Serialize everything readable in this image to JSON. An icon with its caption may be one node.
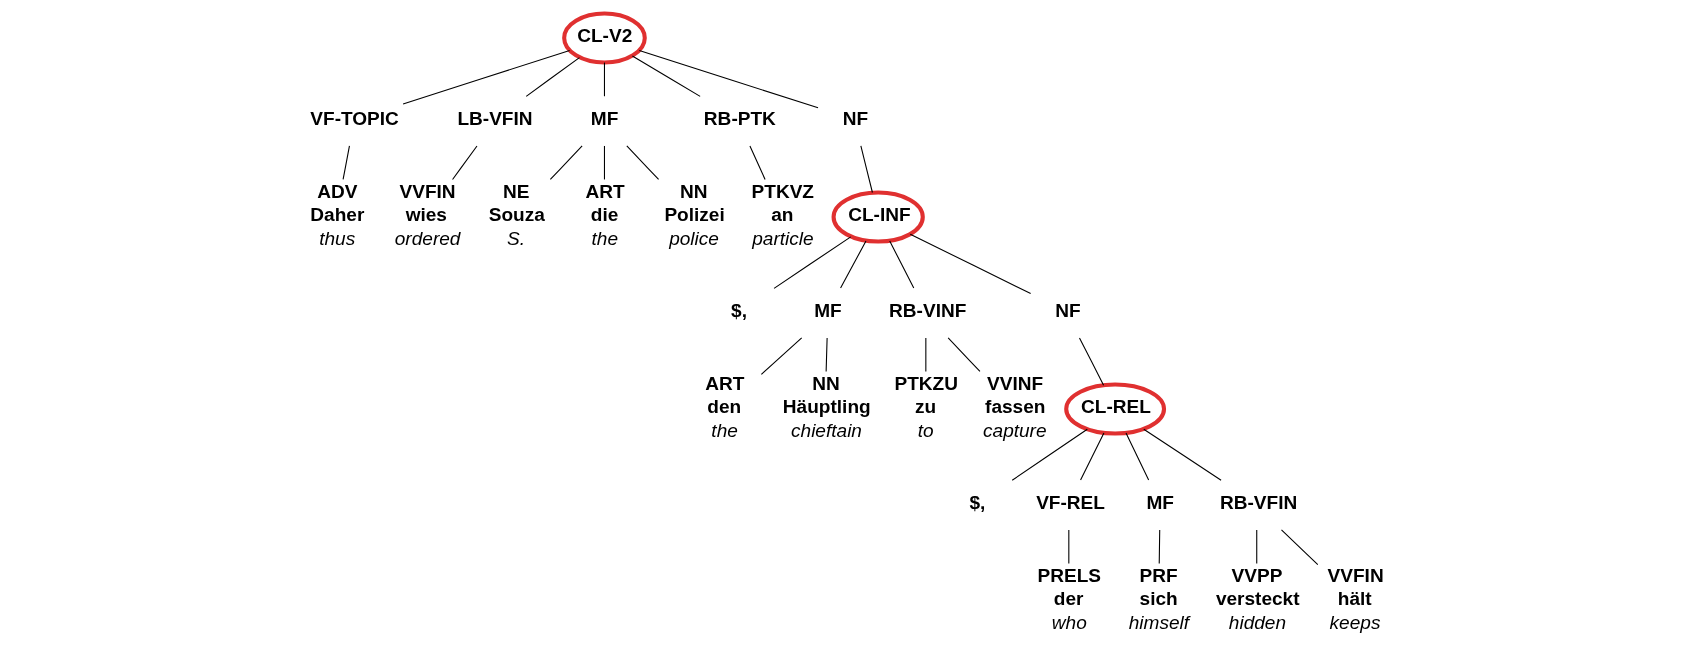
{
  "diagram": {
    "nodes": [
      {
        "text": [
          "CL-V2"
        ]
      },
      {
        "text": [
          "VF-TOPIC"
        ]
      },
      {
        "text": [
          "LB-VFIN"
        ]
      },
      {
        "text": [
          "MF"
        ]
      },
      {
        "text": [
          "RB-PTK"
        ]
      },
      {
        "text": [
          "NF"
        ]
      },
      {
        "text": [
          "ADV",
          "Daher"
        ],
        "beside": [
          "thus"
        ]
      },
      {
        "text": [
          "VVFIN",
          "wies"
        ],
        "beside": [
          "ordered"
        ]
      },
      {
        "text": [
          "NE",
          "Souza"
        ],
        "beside": [
          "S."
        ]
      },
      {
        "text": [
          "ART",
          "die"
        ],
        "beside": [
          "the"
        ]
      },
      {
        "text": [
          "NN",
          "Polizei"
        ],
        "beside": [
          "police"
        ]
      },
      {
        "text": [
          "PTKVZ",
          "an"
        ],
        "beside": [
          "particle"
        ]
      },
      {
        "text": [
          "CL-INF"
        ]
      },
      {
        "text": [
          "$,"
        ]
      },
      {
        "text": [
          "MF"
        ]
      },
      {
        "text": [
          "RB-VINF"
        ]
      },
      {
        "text": [
          "NF"
        ]
      },
      {
        "text": [
          "ART",
          "den"
        ],
        "beside": [
          "the"
        ]
      },
      {
        "text": [
          "NN",
          "Häuptling"
        ],
        "beside": [
          "chieftain"
        ]
      },
      {
        "text": [
          "PTKZU",
          "zu"
        ],
        "beside": [
          "to"
        ]
      },
      {
        "text": [
          "VVINF",
          "fassen"
        ],
        "beside": [
          "capture"
        ]
      },
      {
        "text": [
          "CL-REL"
        ]
      },
      {
        "text": [
          "$,"
        ]
      },
      {
        "text": [
          "VF-REL"
        ]
      },
      {
        "text": [
          "MF"
        ]
      },
      {
        "text": [
          "RB-VFIN"
        ]
      },
      {
        "text": [
          "PRELS",
          "der"
        ],
        "beside": [
          "who"
        ]
      },
      {
        "text": [
          "PRF",
          "sich"
        ],
        "beside": [
          "himself"
        ]
      },
      {
        "text": [
          "VVPP",
          "versteckt"
        ],
        "beside": [
          "hidden"
        ]
      },
      {
        "text": [
          "VVFIN",
          "hält"
        ],
        "beside": [
          "keeps"
        ]
      }
    ],
    "edges": [
      {
        "from": 0,
        "to": 1,
        "arrow": "none"
      },
      {
        "from": 0,
        "to": 2,
        "arrow": "none"
      },
      {
        "from": 0,
        "to": 3,
        "arrow": "none"
      },
      {
        "from": 0,
        "to": 4,
        "arrow": "none"
      },
      {
        "from": 0,
        "to": 5,
        "arrow": "none"
      },
      {
        "from": 1,
        "to": 6,
        "arrow": "none"
      },
      {
        "from": 2,
        "to": 7,
        "arrow": "none"
      },
      {
        "from": 3,
        "to": 8,
        "arrow": "none"
      },
      {
        "from": 3,
        "to": 9,
        "arrow": "none"
      },
      {
        "from": 3,
        "to": 10,
        "arrow": "none"
      },
      {
        "from": 4,
        "to": 11,
        "arrow": "none"
      },
      {
        "from": 5,
        "to": 12,
        "arrow": "none"
      },
      {
        "from": 12,
        "to": 13,
        "arrow": "none"
      },
      {
        "from": 12,
        "to": 14,
        "arrow": "none"
      },
      {
        "from": 12,
        "to": 15,
        "arrow": "none"
      },
      {
        "from": 12,
        "to": 16,
        "arrow": "none"
      },
      {
        "from": 14,
        "to": 17,
        "arrow": "none"
      },
      {
        "from": 14,
        "to": 18,
        "arrow": "none"
      },
      {
        "from": 15,
        "to": 19,
        "arrow": "none"
      },
      {
        "from": 15,
        "to": 20,
        "arrow": "none"
      },
      {
        "from": 16,
        "to": 21,
        "arrow": "none"
      },
      {
        "from": 21,
        "to": 22,
        "arrow": "none"
      },
      {
        "from": 21,
        "to": 23,
        "arrow": "none"
      },
      {
        "from": 21,
        "to": 24,
        "arrow": "none"
      },
      {
        "from": 21,
        "to": 25,
        "arrow": "none"
      },
      {
        "from": 23,
        "to": 26,
        "arrow": "none"
      },
      {
        "from": 24,
        "to": 27,
        "arrow": "none"
      },
      {
        "from": 25,
        "to": 28,
        "arrow": "none"
      },
      {
        "from": 25,
        "to": 29,
        "arrow": "none"
      }
    ]
  }
}
